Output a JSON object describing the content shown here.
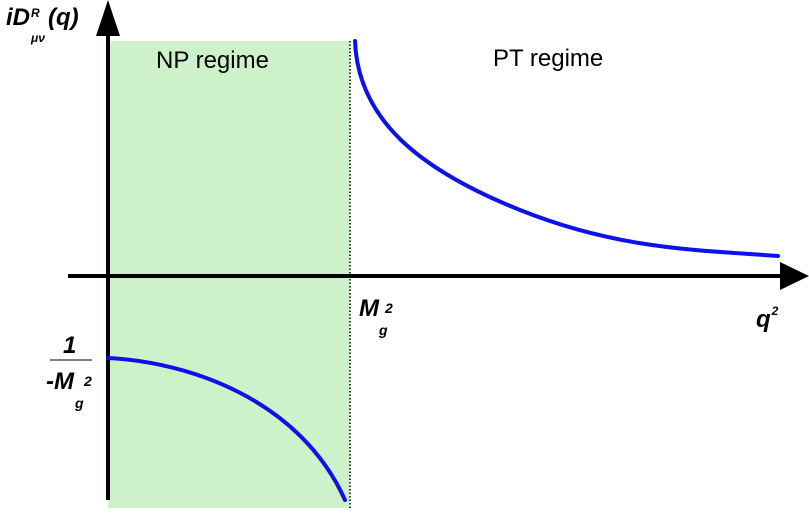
{
  "regions": {
    "np_label": "NP regime",
    "pt_label": "PT regime",
    "np_fill": "#cdf2c9"
  },
  "axes": {
    "y_label": {
      "base": "iD",
      "sup": "R",
      "sub": "μν",
      "tail": "(q)"
    },
    "x_label": {
      "base": "q",
      "sup": "2"
    },
    "threshold_label": {
      "base": "M",
      "sub": "g",
      "sup": "2"
    },
    "intercept_label": {
      "numerator": "1",
      "denominator_base": "-M",
      "denominator_sub": "g",
      "denominator_sup": "2"
    }
  },
  "colors": {
    "curve": "#0d12e8",
    "axis": "#000000"
  }
}
